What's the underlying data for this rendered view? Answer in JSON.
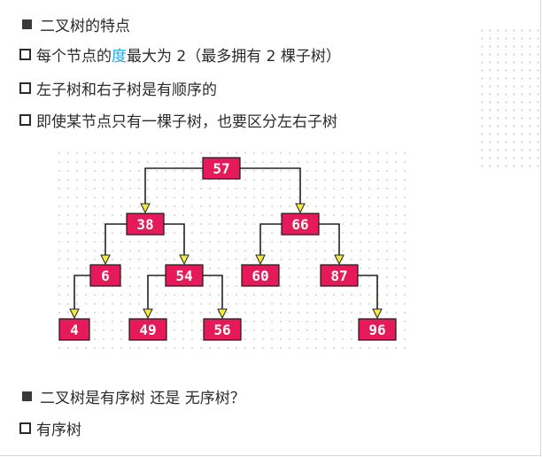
{
  "bullets": {
    "title1": "二叉树的特点",
    "item1_pre": "每个节点的",
    "item1_hl": "度",
    "item1_post": "最大为 2（最多拥有 2 棵子树）",
    "item2": "左子树和右子树是有顺序的",
    "item3": "即使某节点只有一棵子树，也要区分左右子树",
    "title2": "二叉树是有序树 还是 无序树？",
    "item4": "有序树"
  },
  "tree": {
    "nodes": [
      {
        "id": "n57",
        "label": "57"
      },
      {
        "id": "n38",
        "label": "38"
      },
      {
        "id": "n66",
        "label": "66"
      },
      {
        "id": "n6",
        "label": "6"
      },
      {
        "id": "n54",
        "label": "54"
      },
      {
        "id": "n60",
        "label": "60"
      },
      {
        "id": "n87",
        "label": "87"
      },
      {
        "id": "n4",
        "label": "4"
      },
      {
        "id": "n49",
        "label": "49"
      },
      {
        "id": "n56",
        "label": "56"
      },
      {
        "id": "n96",
        "label": "96"
      }
    ],
    "edges": [
      [
        "n57",
        "n38"
      ],
      [
        "n57",
        "n66"
      ],
      [
        "n38",
        "n6"
      ],
      [
        "n38",
        "n54"
      ],
      [
        "n66",
        "n60"
      ],
      [
        "n66",
        "n87"
      ],
      [
        "n6",
        "n4"
      ],
      [
        "n54",
        "n49"
      ],
      [
        "n54",
        "n56"
      ],
      [
        "n87",
        "n96"
      ]
    ],
    "colors": {
      "node": "#e6195a",
      "arrow": "#f4ea3a",
      "highlight": "#1aa6e8"
    }
  }
}
